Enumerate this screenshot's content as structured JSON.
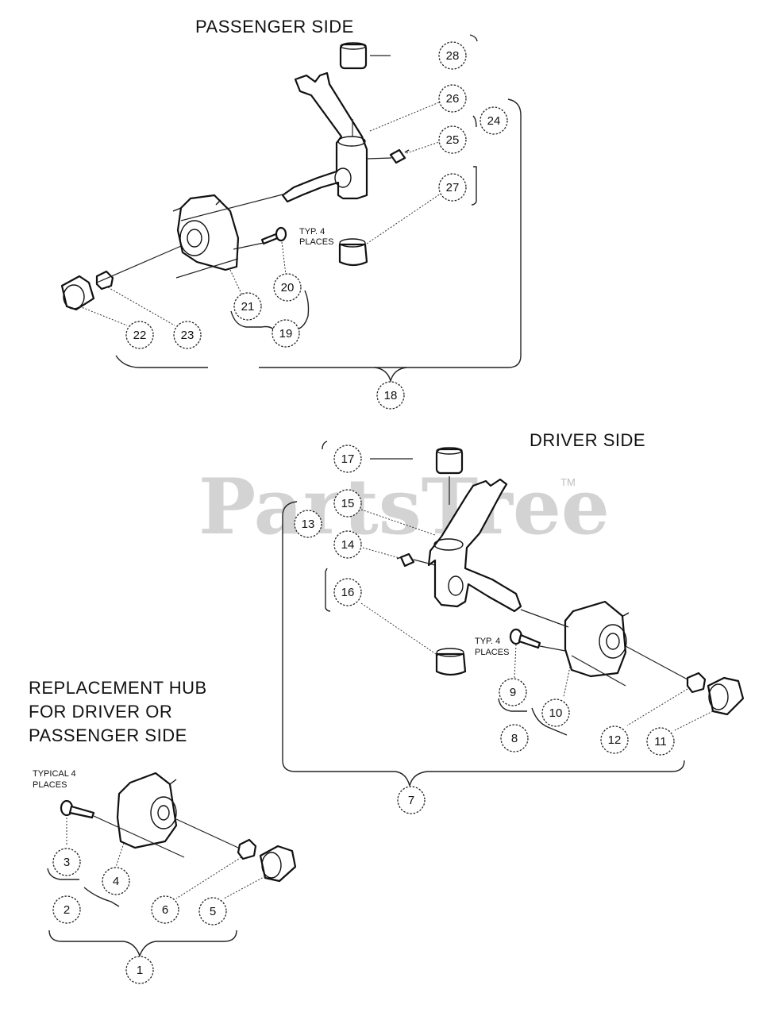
{
  "titles": {
    "passenger": "PASSENGER SIDE",
    "driver": "DRIVER SIDE",
    "replacement_1": "REPLACEMENT HUB",
    "replacement_2": "FOR DRIVER OR",
    "replacement_3": "PASSENGER SIDE"
  },
  "notes": {
    "typ_passenger_1": "TYP. 4",
    "typ_passenger_2": "PLACES",
    "typ_driver_1": "TYP. 4",
    "typ_driver_2": "PLACES",
    "typical_1": "TYPICAL 4",
    "typical_2": "PLACES"
  },
  "watermark": {
    "text": "PartsTree",
    "tm": "TM"
  },
  "callouts": [
    "1",
    "2",
    "3",
    "4",
    "5",
    "6",
    "7",
    "8",
    "9",
    "10",
    "11",
    "12",
    "13",
    "14",
    "15",
    "16",
    "17",
    "18",
    "19",
    "20",
    "21",
    "22",
    "23",
    "24",
    "25",
    "26",
    "27",
    "28"
  ]
}
